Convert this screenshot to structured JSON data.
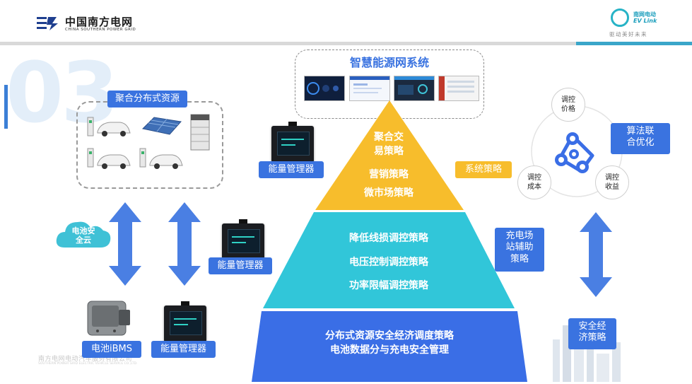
{
  "header": {
    "brand_cn": "中国南方电网",
    "brand_en": "CHINA SOUTHERN POWER GRID",
    "ev_cn": "南网电动",
    "ev_en": "EV Link",
    "ev_tagline": "驱动美好未来"
  },
  "section_number": "03",
  "system": {
    "title": "智慧能源网系统"
  },
  "resources": {
    "title": "聚合分布式资源"
  },
  "labels": {
    "energy_manager_top": "能量管理器",
    "energy_manager_mid": "能量管理器",
    "energy_manager_bottom": "能量管理器",
    "battery_cloud": "电池安\n全云",
    "battery_ibms": "电池iBMS",
    "system_strategy": "系统策略",
    "charging_station": "充电场\n站辅助\n策略",
    "security_economy": "安全经\n济策略"
  },
  "pyramid": {
    "top": [
      "聚合交",
      "易策略",
      "营销策略",
      "微市场策略"
    ],
    "middle": [
      "降低线损调控策略",
      "电压控制调控策略",
      "功率限幅调控策略"
    ],
    "bottom": [
      "分布式资源安全经济调度策略",
      "电池数据分与充电安全管理"
    ]
  },
  "algorithm": {
    "center": "算法联\n合优化",
    "price": "调控\n价格",
    "cost": "调控\n成本",
    "revenue": "调控\n收益"
  },
  "footer": {
    "company_cn": "南方电网电动汽车服务有限公司",
    "company_en": "SOUTHERN POWER GRID ELECTRIC VEHICLE SERVICE CO.,LTD."
  },
  "colors": {
    "blue": "#3a73e0",
    "yellow": "#f7bd2c",
    "teal": "#31c6d9",
    "arrow": "#4a7fe3"
  }
}
